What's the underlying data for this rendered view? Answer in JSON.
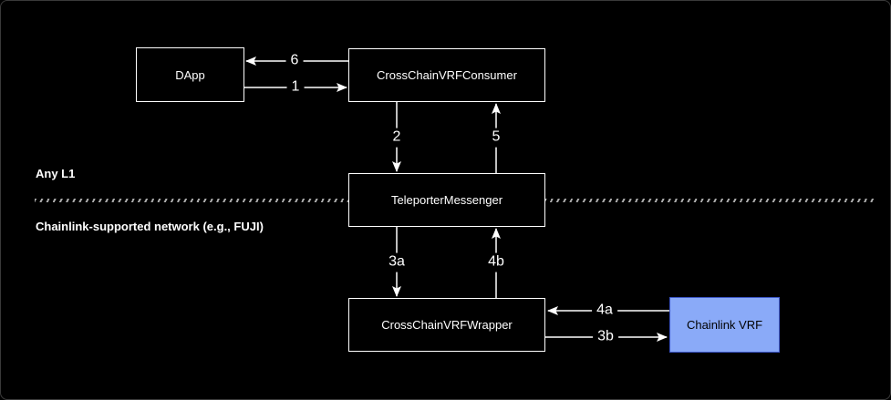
{
  "window": {
    "background": "#000000",
    "border_color": "#3a3a3a"
  },
  "diagram": {
    "regions": {
      "top": {
        "label": "Any L1"
      },
      "bottom": {
        "label": "Chainlink-supported network (e.g., FUJI)"
      }
    },
    "divider": {
      "style": "wavy-dashed",
      "color": "#c9c9c9"
    },
    "nodes": {
      "dapp": {
        "label": "DApp",
        "fill": "#000000",
        "border": "#ffffff",
        "text_color": "#ffffff"
      },
      "consumer": {
        "label": "CrossChainVRFConsumer",
        "fill": "#000000",
        "border": "#ffffff",
        "text_color": "#ffffff"
      },
      "teleporter": {
        "label": "TeleporterMessenger",
        "fill": "#000000",
        "border": "#ffffff",
        "text_color": "#ffffff"
      },
      "wrapper": {
        "label": "CrossChainVRFWrapper",
        "fill": "#000000",
        "border": "#ffffff",
        "text_color": "#ffffff"
      },
      "chainlink_vrf": {
        "label": "Chainlink VRF",
        "fill": "#8aaaf8",
        "border": "#3c55c6",
        "text_color": "#000000"
      }
    },
    "edges": [
      {
        "label": "1",
        "from": "DApp",
        "to": "CrossChainVRFConsumer",
        "direction": "right"
      },
      {
        "label": "2",
        "from": "CrossChainVRFConsumer",
        "to": "TeleporterMessenger",
        "direction": "down"
      },
      {
        "label": "3a",
        "from": "TeleporterMessenger",
        "to": "CrossChainVRFWrapper",
        "direction": "down"
      },
      {
        "label": "3b",
        "from": "CrossChainVRFWrapper",
        "to": "Chainlink VRF",
        "direction": "right"
      },
      {
        "label": "4a",
        "from": "Chainlink VRF",
        "to": "CrossChainVRFWrapper",
        "direction": "left"
      },
      {
        "label": "4b",
        "from": "CrossChainVRFWrapper",
        "to": "TeleporterMessenger",
        "direction": "up"
      },
      {
        "label": "5",
        "from": "TeleporterMessenger",
        "to": "CrossChainVRFConsumer",
        "direction": "up"
      },
      {
        "label": "6",
        "from": "CrossChainVRFConsumer",
        "to": "DApp",
        "direction": "left"
      }
    ]
  }
}
